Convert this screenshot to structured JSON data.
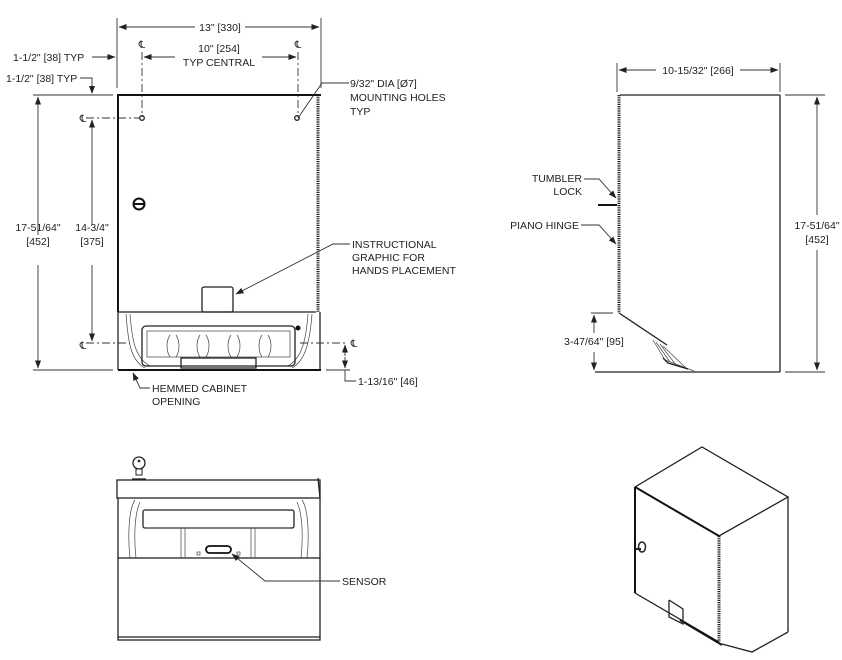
{
  "drawing": {
    "front_view": {
      "overall_width": "13\" [330]",
      "hole_spacing_line1": "10\" [254]",
      "hole_spacing_line2": "TYP CENTRAL",
      "left_offset": "1-1/2\" [38] TYP",
      "top_offset": "1-1/2\" [38] TYP",
      "overall_height_line1": "17-51/64\"",
      "overall_height_line2": "[452]",
      "hole_height_line1": "14-3/4\"",
      "hole_height_line2": "[375]",
      "mounting_holes_line1": "9/32\" DIA [Ø7]",
      "mounting_holes_line2": "MOUNTING HOLES",
      "mounting_holes_line3": "TYP",
      "graphic_line1": "INSTRUCTIONAL",
      "graphic_line2": "GRAPHIC FOR",
      "graphic_line3": "HANDS PLACEMENT",
      "bottom_offset": "1-13/16\" [46]",
      "hemmed_line1": "HEMMED CABINET",
      "hemmed_line2": "OPENING",
      "centerline_symbol": "℄"
    },
    "side_view": {
      "depth": "10-15/32\" [266]",
      "tumbler_line1": "TUMBLER",
      "tumbler_line2": "LOCK",
      "piano_hinge": "PIANO HINGE",
      "height_line1": "17-51/64\"",
      "height_line2": "[452]",
      "opening_height": "3-47/64\" [95]"
    },
    "bottom_view": {
      "sensor": "SENSOR"
    }
  }
}
